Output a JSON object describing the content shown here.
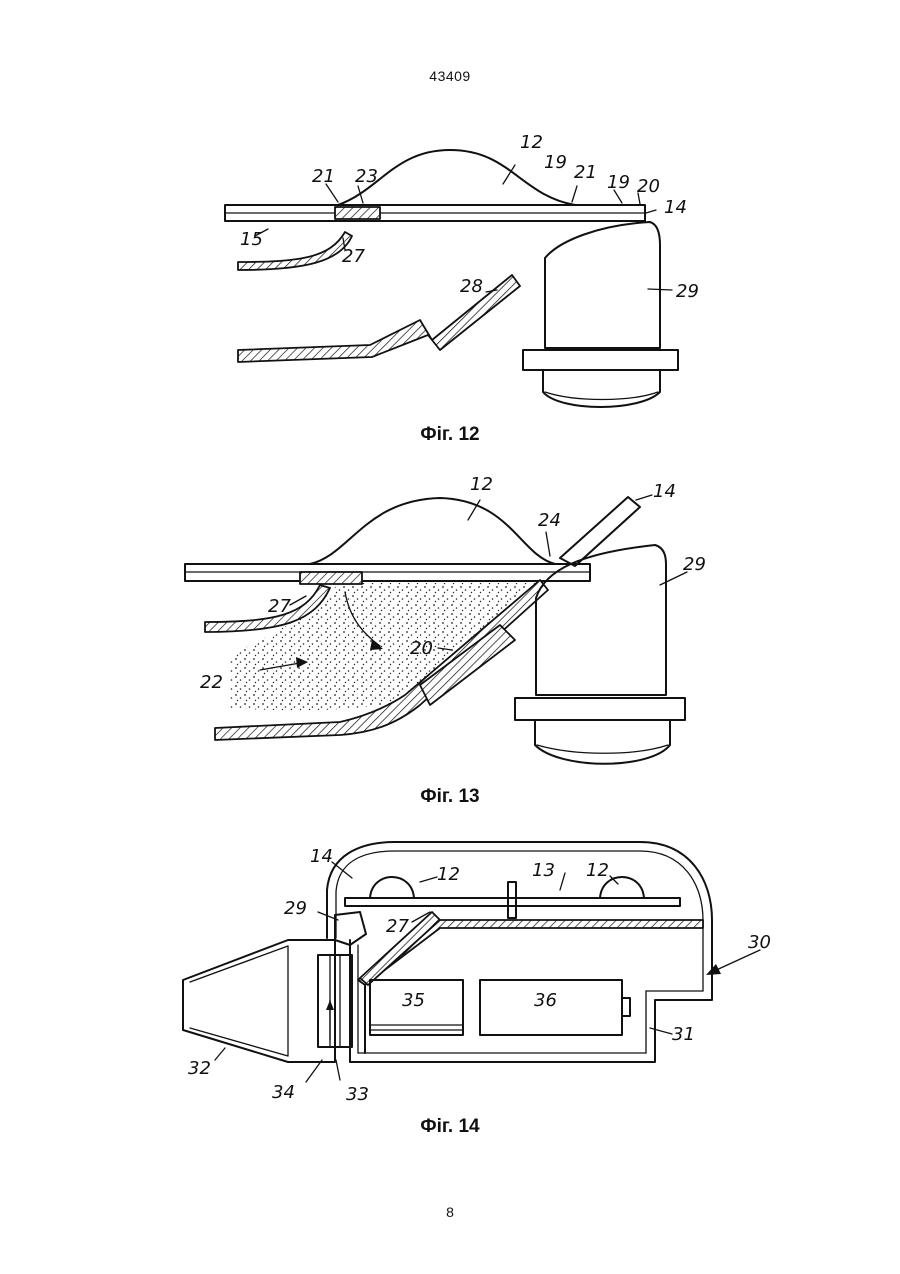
{
  "header": {
    "doc_number": "43409"
  },
  "figures": [
    {
      "caption": "Фіг. 12",
      "refs": {
        "r12": "12",
        "r19a": "19",
        "r21a": "21",
        "r19b": "19",
        "r20": "20",
        "r14": "14",
        "r21b": "21",
        "r23": "23",
        "r15": "15",
        "r27": "27",
        "r28": "28",
        "r29": "29"
      }
    },
    {
      "caption": "Фіг. 13",
      "refs": {
        "r12": "12",
        "r14": "14",
        "r24": "24",
        "r29": "29",
        "r27": "27",
        "r20": "20",
        "r22": "22"
      }
    },
    {
      "caption": "Фіг. 14",
      "refs": {
        "r14": "14",
        "r12a": "12",
        "r13": "13",
        "r12b": "12",
        "r29": "29",
        "r27": "27",
        "r30": "30",
        "r35": "35",
        "r36": "36",
        "r31": "31",
        "r32": "32",
        "r34": "34",
        "r33": "33"
      }
    }
  ],
  "footer": {
    "page_number": "8"
  }
}
